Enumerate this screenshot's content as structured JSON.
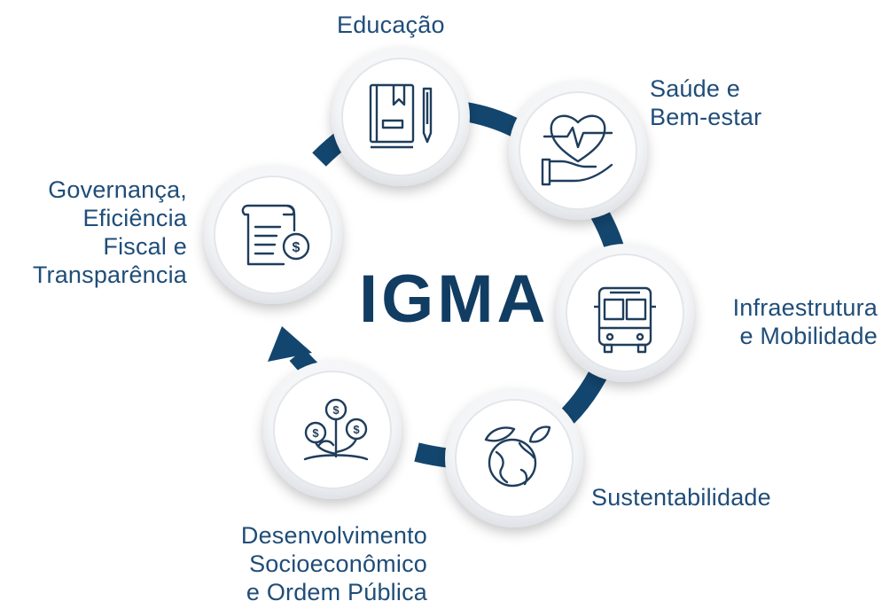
{
  "center": {
    "title": "IGMA"
  },
  "nodes": [
    {
      "id": "educacao",
      "lines": [
        "Educação"
      ],
      "icon": "book-pen-icon"
    },
    {
      "id": "saude",
      "lines": [
        "Saúde e",
        "Bem-estar"
      ],
      "icon": "heart-hand-icon"
    },
    {
      "id": "infra",
      "lines": [
        "Infraestrutura",
        "e Mobilidade"
      ],
      "icon": "bus-icon"
    },
    {
      "id": "sustentabilidade",
      "lines": [
        "Sustentabilidade"
      ],
      "icon": "globe-leaves-icon"
    },
    {
      "id": "desenvolvimento",
      "lines": [
        "Desenvolvimento",
        "Socioeconômico",
        "e Ordem Pública"
      ],
      "icon": "money-plant-icon"
    },
    {
      "id": "governanca",
      "lines": [
        "Governança,",
        "Eficiência",
        "Fiscal e",
        "Transparência"
      ],
      "icon": "document-coin-icon"
    }
  ],
  "colors": {
    "ring": "#13466f",
    "text": "#1f4d78",
    "icon": "#1f3d5c",
    "title": "#123d63"
  }
}
